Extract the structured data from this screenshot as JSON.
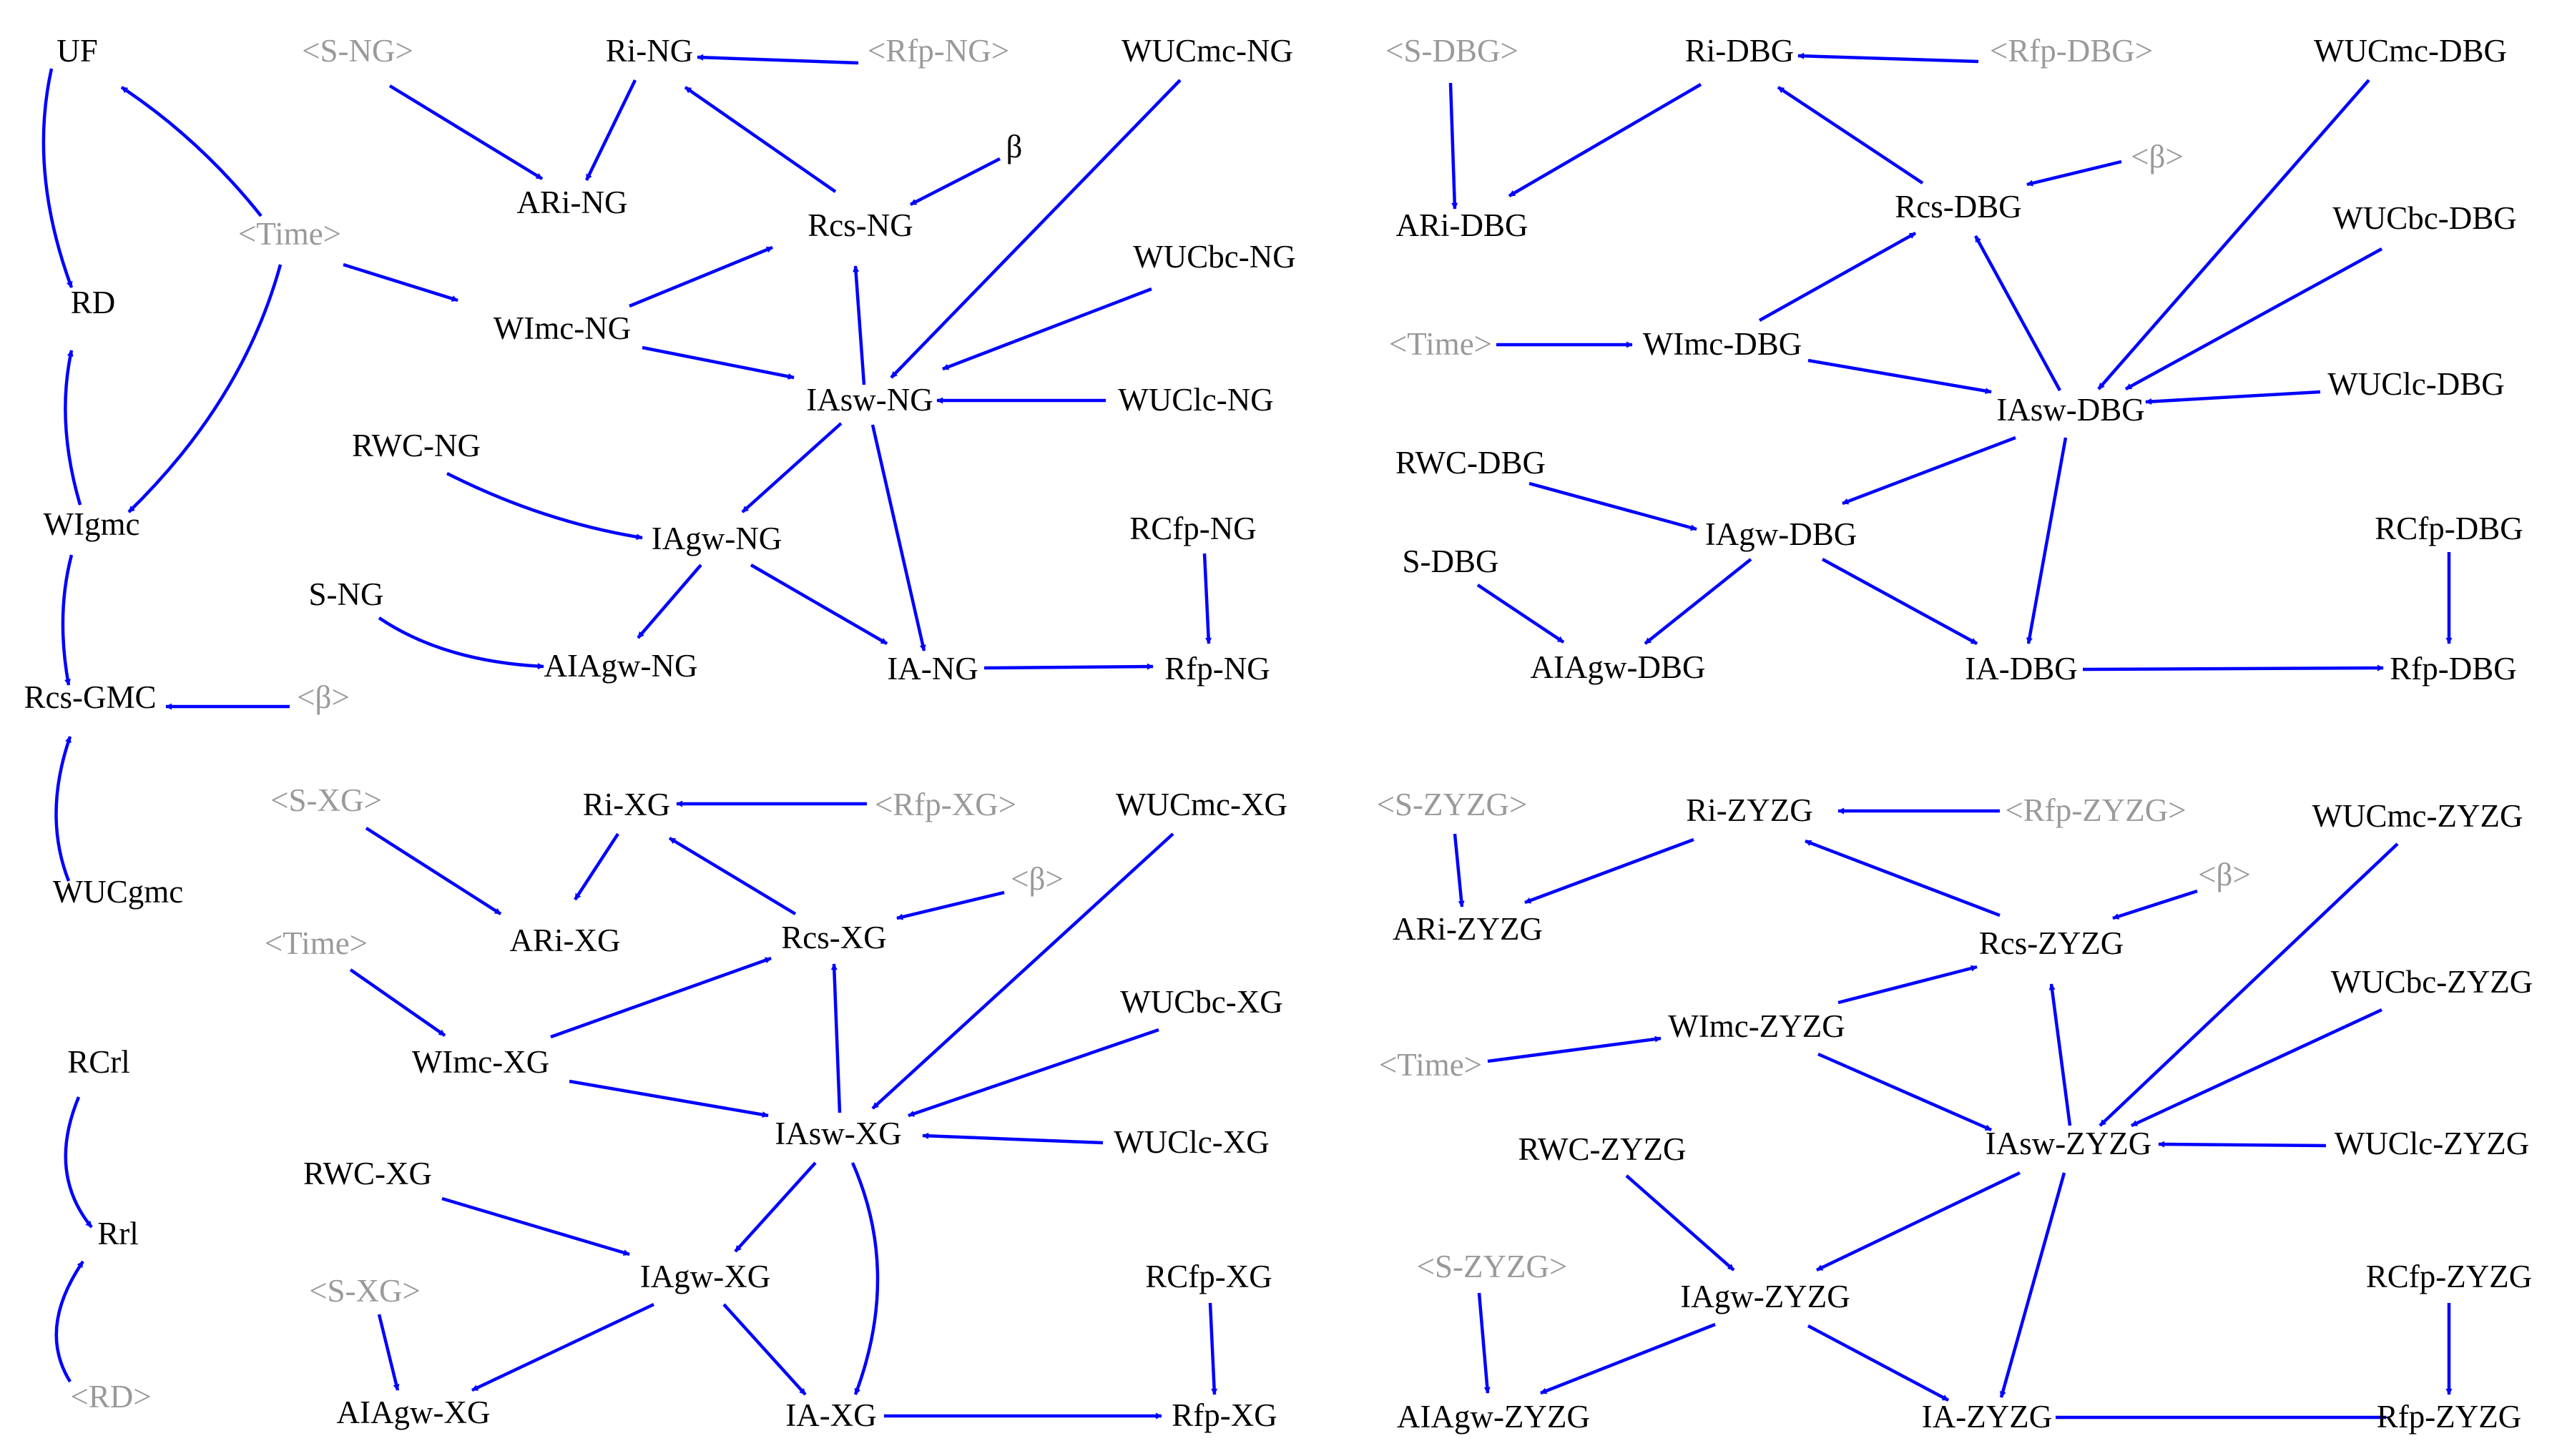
{
  "colors": {
    "node_text": "#000000",
    "shadow_text": "#9a9a9a",
    "arrow": "#0000ff",
    "background": "#ffffff"
  },
  "nodes": {
    "uf": "UF",
    "rd": "RD",
    "time_l": "<Time>",
    "wigmc": "WIgmc",
    "rcs_gmc": "Rcs-GMC",
    "beta_l": "<β>",
    "wucgmc": "WUCgmc",
    "rcrl": "RCrl",
    "rrl": "Rrl",
    "rd_shadow": "<RD>",
    "s_ng_sh": "<S-NG>",
    "ri_ng": "Ri-NG",
    "rfp_ng_sh": "<Rfp-NG>",
    "wucmc_ng": "WUCmc-NG",
    "ari_ng": "ARi-NG",
    "beta_ng": "β",
    "rcs_ng": "Rcs-NG",
    "wucbc_ng": "WUCbc-NG",
    "wimc_ng": "WImc-NG",
    "iasw_ng": "IAsw-NG",
    "wuclc_ng": "WUClc-NG",
    "rwc_ng": "RWC-NG",
    "iagw_ng": "IAgw-NG",
    "rcfp_ng": "RCfp-NG",
    "s_ng": "S-NG",
    "aiagw_ng": "AIAgw-NG",
    "ia_ng": "IA-NG",
    "rfp_ng": "Rfp-NG",
    "s_dbg_sh": "<S-DBG>",
    "ri_dbg": "Ri-DBG",
    "rfp_dbg_sh": "<Rfp-DBG>",
    "wucmc_dbg": "WUCmc-DBG",
    "ari_dbg": "ARi-DBG",
    "rcs_dbg": "Rcs-DBG",
    "beta_dbg": "<β>",
    "wucbc_dbg": "WUCbc-DBG",
    "time_dbg": "<Time>",
    "wimc_dbg": "WImc-DBG",
    "iasw_dbg": "IAsw-DBG",
    "wuclc_dbg": "WUClc-DBG",
    "rwc_dbg": "RWC-DBG",
    "iagw_dbg": "IAgw-DBG",
    "rcfp_dbg": "RCfp-DBG",
    "s_dbg": "S-DBG",
    "aiagw_dbg": "AIAgw-DBG",
    "ia_dbg": "IA-DBG",
    "rfp_dbg": "Rfp-DBG",
    "s_xg_sh": "<S-XG>",
    "ri_xg": "Ri-XG",
    "rfp_xg_sh": "<Rfp-XG>",
    "wucmc_xg": "WUCmc-XG",
    "beta_xg": "<β>",
    "ari_xg": "ARi-XG",
    "rcs_xg": "Rcs-XG",
    "time_xg": "<Time>",
    "wucbc_xg": "WUCbc-XG",
    "wimc_xg": "WImc-XG",
    "iasw_xg": "IAsw-XG",
    "wuclc_xg": "WUClc-XG",
    "rwc_xg": "RWC-XG",
    "iagw_xg": "IAgw-XG",
    "rcfp_xg": "RCfp-XG",
    "s_xg_sh2": "<S-XG>",
    "aiagw_xg": "AIAgw-XG",
    "ia_xg": "IA-XG",
    "rfp_xg": "Rfp-XG",
    "s_zyzg_sh": "<S-ZYZG>",
    "ri_zyzg": "Ri-ZYZG",
    "rfp_zyzg_sh": "<Rfp-ZYZG>",
    "wucmc_zyzg": "WUCmc-ZYZG",
    "beta_zyzg": "<β>",
    "ari_zyzg": "ARi-ZYZG",
    "rcs_zyzg": "Rcs-ZYZG",
    "wucbc_zyzg": "WUCbc-ZYZG",
    "wimc_zyzg": "WImc-ZYZG",
    "time_zyzg": "<Time>",
    "iasw_zyzg": "IAsw-ZYZG",
    "wuclc_zyzg": "WUClc-ZYZG",
    "rwc_zyzg": "RWC-ZYZG",
    "s_zyzg_sh2": "<S-ZYZG>",
    "iagw_zyzg": "IAgw-ZYZG",
    "rcfp_zyzg": "RCfp-ZYZG",
    "aiagw_zyzg": "AIAgw-ZYZG",
    "ia_zyzg": "IA-ZYZG",
    "rfp_zyzg": "Rfp-ZYZG"
  }
}
